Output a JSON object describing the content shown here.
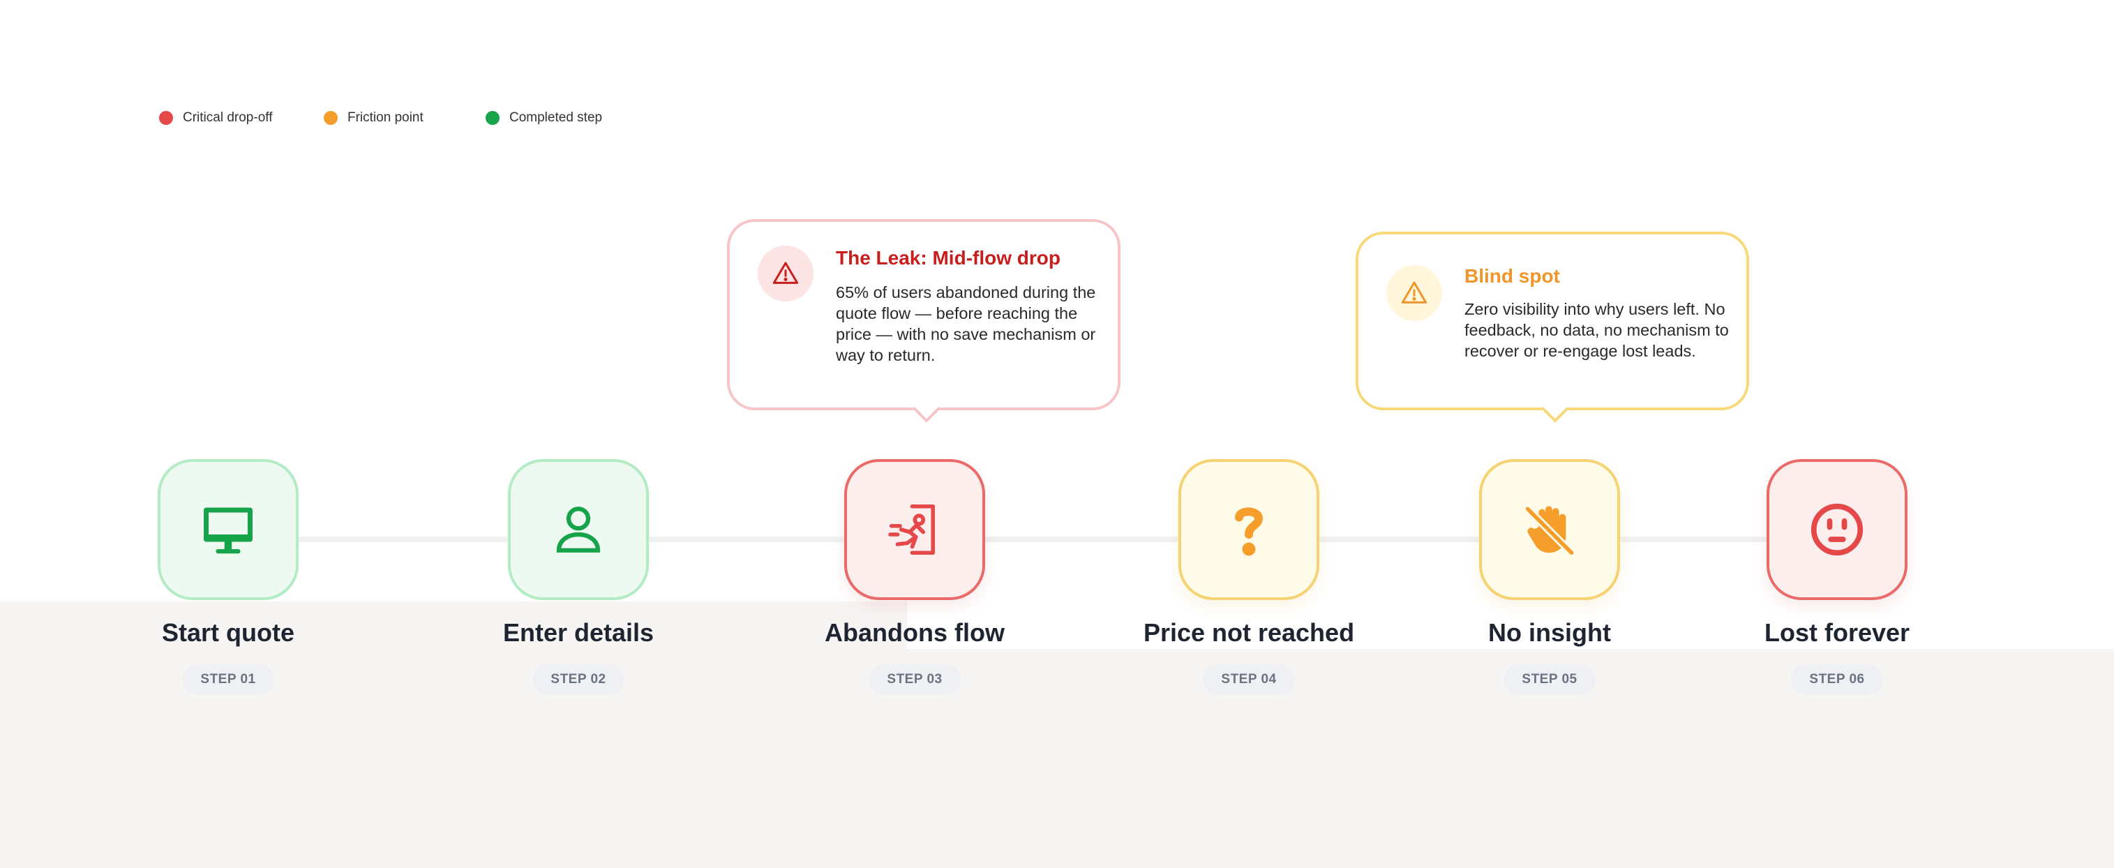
{
  "legend": [
    {
      "label": "Critical drop-off",
      "color": "#e54848"
    },
    {
      "label": "Friction point",
      "color": "#f59e2b"
    },
    {
      "label": "Completed step",
      "color": "#16a34a"
    }
  ],
  "steps": [
    {
      "title": "Start quote",
      "step": "STEP 01",
      "status": "completed",
      "icon": "monitor-icon"
    },
    {
      "title": "Enter details",
      "step": "STEP 02",
      "status": "completed",
      "icon": "user-icon"
    },
    {
      "title": "Abandons flow",
      "step": "STEP 03",
      "status": "critical",
      "icon": "exit-running-icon"
    },
    {
      "title": "Price not reached",
      "step": "STEP 04",
      "status": "friction",
      "icon": "question-icon"
    },
    {
      "title": "No insight",
      "step": "STEP 05",
      "status": "friction",
      "icon": "hand-off-icon"
    },
    {
      "title": "Lost forever",
      "step": "STEP 06",
      "status": "critical",
      "icon": "neutral-face-icon"
    }
  ],
  "callouts": {
    "leak": {
      "title": "The Leak: Mid-flow drop",
      "body": "65% of users abandoned during the quote flow — before reaching the price — with no save mechanism or way to return.",
      "icon": "warning-icon"
    },
    "blind": {
      "title": "Blind spot",
      "body": "Zero visibility into why users left. No feedback, no data, no mechanism to recover or re-engage lost leads.",
      "icon": "warning-icon"
    }
  },
  "colors": {
    "critical": "#e54848",
    "friction": "#f59e2b",
    "completed": "#16a34a"
  }
}
